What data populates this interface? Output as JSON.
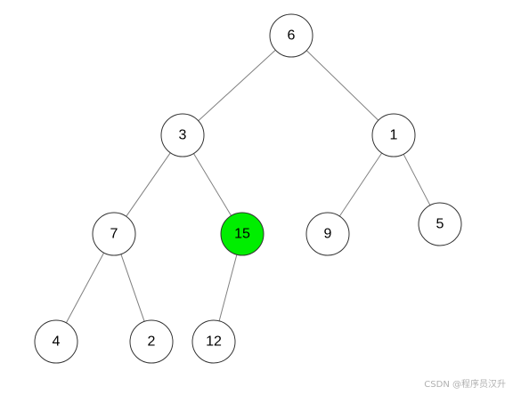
{
  "diagram": {
    "type": "binary-tree",
    "nodes": [
      {
        "id": "n6",
        "label": "6",
        "highlighted": false
      },
      {
        "id": "n3",
        "label": "3",
        "highlighted": false
      },
      {
        "id": "n1",
        "label": "1",
        "highlighted": false
      },
      {
        "id": "n7",
        "label": "7",
        "highlighted": false
      },
      {
        "id": "n15",
        "label": "15",
        "highlighted": true
      },
      {
        "id": "n9",
        "label": "9",
        "highlighted": false
      },
      {
        "id": "n5",
        "label": "5",
        "highlighted": false
      },
      {
        "id": "n4",
        "label": "4",
        "highlighted": false
      },
      {
        "id": "n2",
        "label": "2",
        "highlighted": false
      },
      {
        "id": "n12",
        "label": "12",
        "highlighted": false
      }
    ],
    "edges": [
      {
        "from": "n6",
        "to": "n3"
      },
      {
        "from": "n6",
        "to": "n1"
      },
      {
        "from": "n3",
        "to": "n7"
      },
      {
        "from": "n3",
        "to": "n15"
      },
      {
        "from": "n1",
        "to": "n9"
      },
      {
        "from": "n1",
        "to": "n5"
      },
      {
        "from": "n7",
        "to": "n4"
      },
      {
        "from": "n7",
        "to": "n2"
      },
      {
        "from": "n15",
        "to": "n12"
      }
    ]
  },
  "colors": {
    "highlight": "#00ee00",
    "node_fill": "#ffffff",
    "edge": "#808080"
  },
  "watermark": "CSDN @程序员汉升"
}
